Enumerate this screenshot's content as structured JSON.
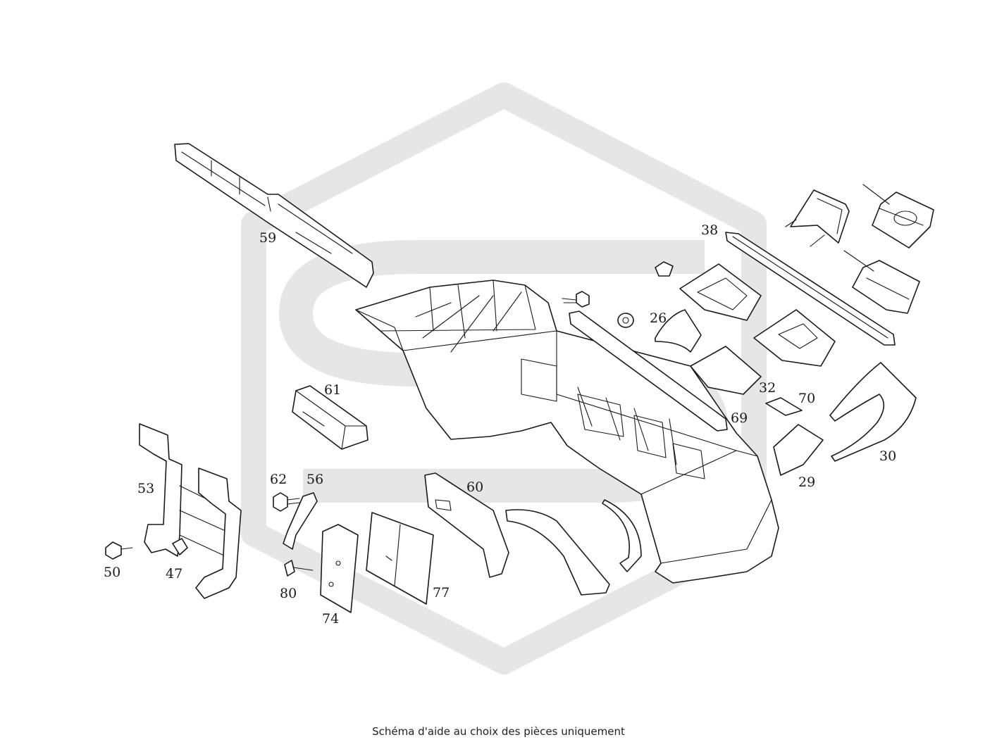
{
  "caption": "Schéma d'aide au choix des pièces uniquement",
  "watermark": {
    "icon": "shop-logo-icon",
    "color": "#e6e6e6"
  },
  "colors": {
    "line": "#1a1a1a",
    "background": "#ffffff"
  },
  "parts": [
    {
      "id": "59",
      "label": "59"
    },
    {
      "id": "38",
      "label": "38"
    },
    {
      "id": "26",
      "label": "26"
    },
    {
      "id": "32",
      "label": "32"
    },
    {
      "id": "70",
      "label": "70"
    },
    {
      "id": "69",
      "label": "69"
    },
    {
      "id": "30",
      "label": "30"
    },
    {
      "id": "29",
      "label": "29"
    },
    {
      "id": "61",
      "label": "61"
    },
    {
      "id": "53",
      "label": "53"
    },
    {
      "id": "50",
      "label": "50"
    },
    {
      "id": "47",
      "label": "47"
    },
    {
      "id": "62",
      "label": "62"
    },
    {
      "id": "56",
      "label": "56"
    },
    {
      "id": "60",
      "label": "60"
    },
    {
      "id": "80",
      "label": "80"
    },
    {
      "id": "74",
      "label": "74"
    },
    {
      "id": "77",
      "label": "77"
    }
  ]
}
